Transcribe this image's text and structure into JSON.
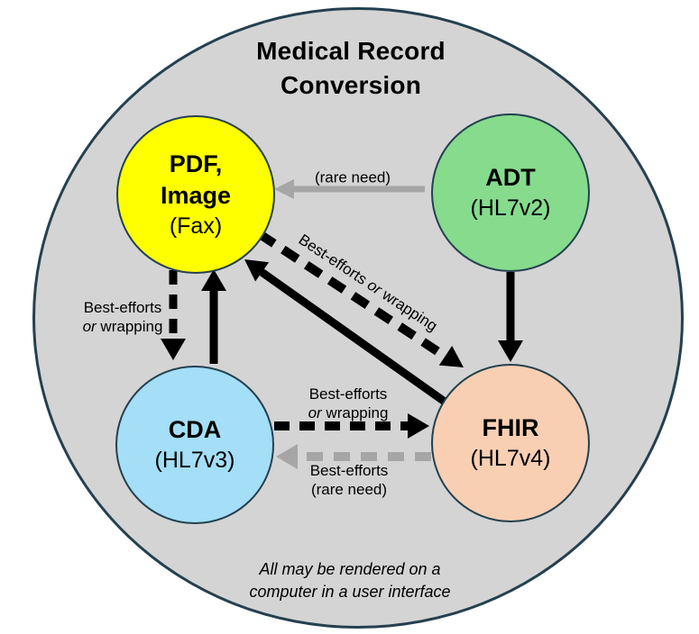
{
  "title": {
    "line1": "Medical Record",
    "line2": "Conversion"
  },
  "nodes": {
    "pdf_image": {
      "label_line1": "PDF,",
      "label_line2": "Image",
      "sublabel": "(Fax)"
    },
    "adt": {
      "label": "ADT",
      "sublabel": "(HL7v2)"
    },
    "cda": {
      "label": "CDA",
      "sublabel": "(HL7v3)"
    },
    "fhir": {
      "label": "FHIR",
      "sublabel": "(HL7v4)"
    }
  },
  "edges": {
    "adt_to_pdf": {
      "from": "ADT",
      "to": "PDF, Image",
      "style": "solid gray",
      "label": "(rare need)"
    },
    "adt_to_fhir": {
      "from": "ADT",
      "to": "FHIR",
      "style": "solid black"
    },
    "pdf_to_cda": {
      "from": "PDF, Image",
      "to": "CDA",
      "style": "dashed black",
      "label_line1": "Best-efforts",
      "label_or": "or",
      "label_rest": " wrapping"
    },
    "cda_to_pdf": {
      "from": "CDA",
      "to": "PDF, Image",
      "style": "solid black"
    },
    "pdf_to_fhir": {
      "from": "PDF, Image",
      "to": "FHIR",
      "style": "dashed black",
      "label_lead": "Best-efforts ",
      "label_or": "or",
      "label_rest": " wrapping"
    },
    "fhir_to_pdf": {
      "from": "FHIR",
      "to": "PDF, Image",
      "style": "solid black"
    },
    "cda_to_fhir": {
      "from": "CDA",
      "to": "FHIR",
      "style": "dashed black",
      "label_line1": "Best-efforts",
      "label_or": "or",
      "label_rest": " wrapping"
    },
    "fhir_to_cda": {
      "from": "FHIR",
      "to": "CDA",
      "style": "dashed gray",
      "label_line1": "Best-efforts",
      "label_line2": "(rare need)"
    }
  },
  "footnote": {
    "line1": "All may be rendered on a",
    "line2": "computer in a user interface"
  },
  "colors": {
    "outer_fill": "#D4D4D4",
    "outline": "#24404F",
    "pdf_image_fill": "#FFFF00",
    "adt_fill": "#86DB8D",
    "cda_fill": "#A4DEF7",
    "fhir_fill": "#F8CFB3",
    "arrow_black": "#000000",
    "arrow_gray": "#A6A6A6"
  }
}
